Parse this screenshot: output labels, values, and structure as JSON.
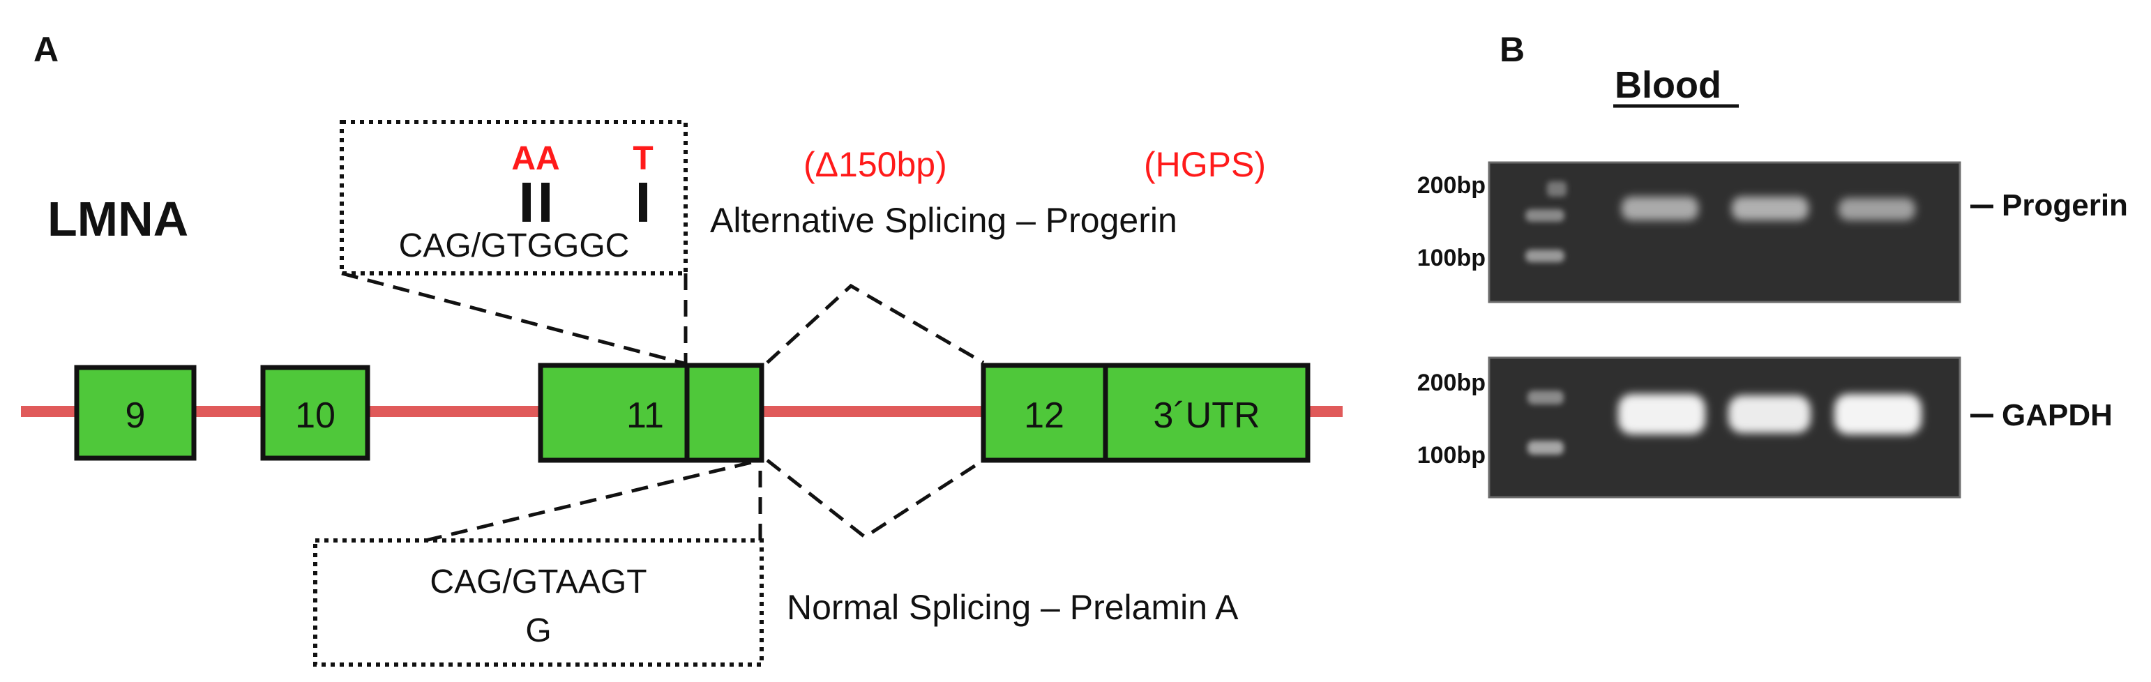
{
  "panel_a": {
    "label": "A",
    "gene": "LMNA",
    "mutant_seq": "CAG/GTGGGC",
    "mut_left": "AA",
    "mut_right": "T",
    "normal_seq_line1": "CAG/GTAAGT",
    "normal_seq_line2": "G",
    "deletion": "(Δ150bp)",
    "disease": "(HGPS)",
    "alt_splicing": "Alternative Splicing – Progerin",
    "normal_splicing": "Normal Splicing – Prelamin A",
    "exons": [
      "9",
      "10",
      "11",
      "12",
      "3´UTR"
    ],
    "colors": {
      "exon": "#4fc83a",
      "intron": "#e05a5a",
      "mutation": "#ff1a1a"
    }
  },
  "panel_b": {
    "label": "B",
    "title": "Blood",
    "gel_top": {
      "marker_upper": "200bp",
      "marker_lower": "100bp",
      "band_label": "Progerin"
    },
    "gel_bottom": {
      "marker_upper": "200bp",
      "marker_lower": "100bp",
      "band_label": "GAPDH"
    }
  }
}
